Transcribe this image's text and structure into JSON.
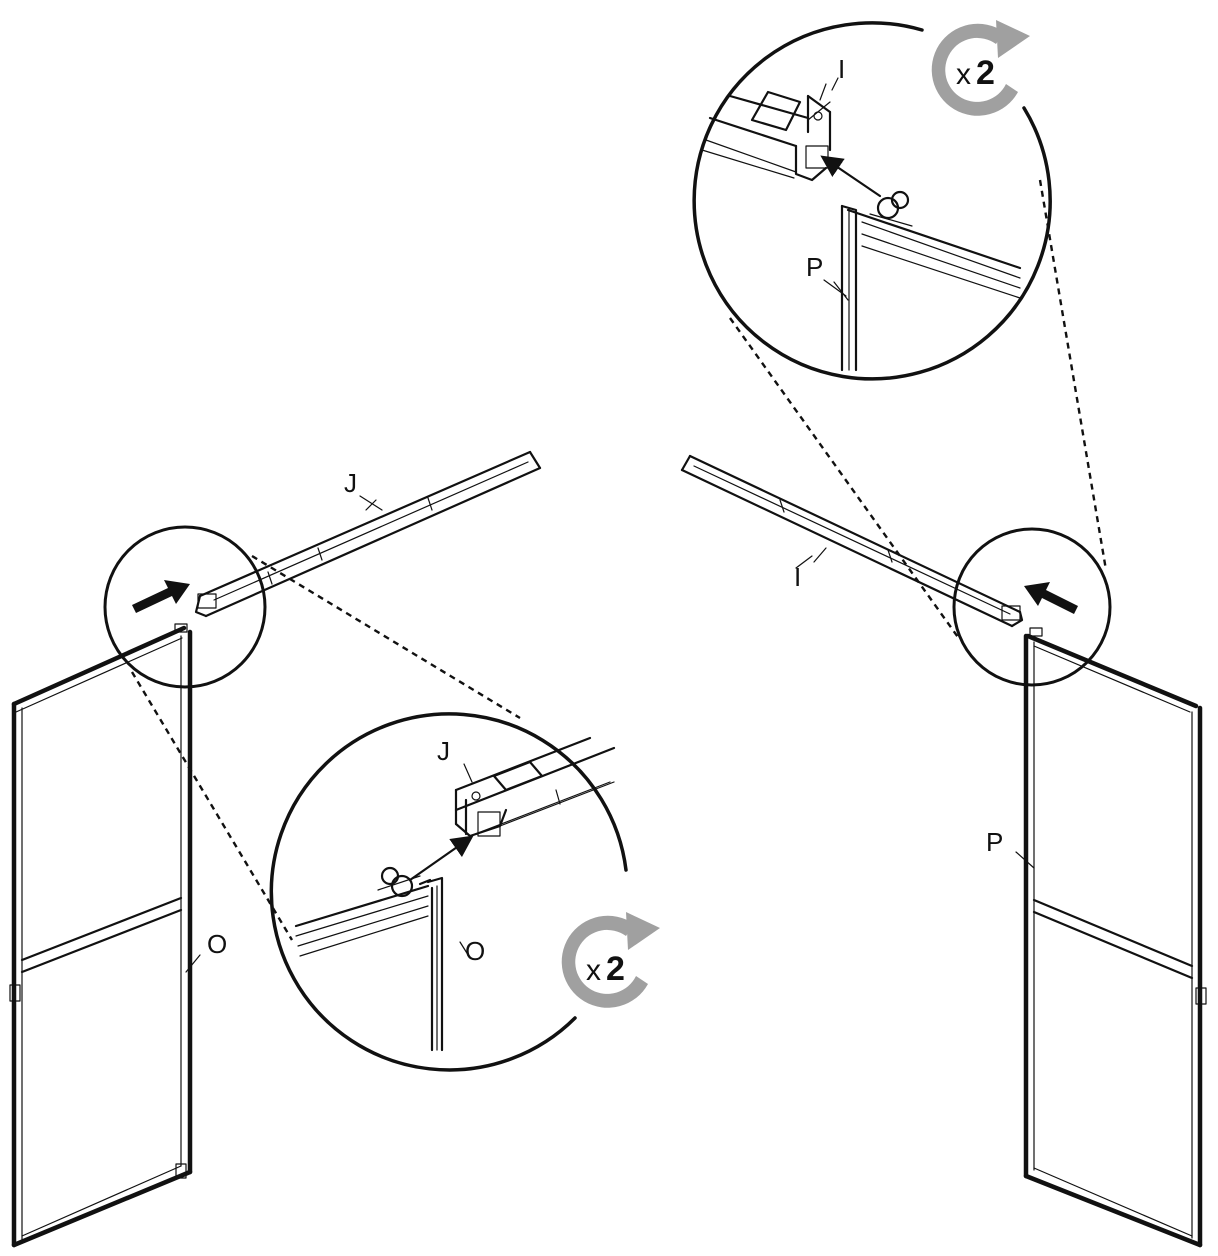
{
  "labels": {
    "rail_left": "J",
    "rail_right": "I",
    "door_left": "O",
    "door_right": "P",
    "detail_left_rail": "J",
    "detail_left_door": "O",
    "detail_right_rail": "I",
    "detail_right_door": "P"
  },
  "multiplier": {
    "x": "x",
    "count": "2"
  },
  "icons": {
    "rotate": "rotate-clockwise-icon",
    "arrow": "insert-arrow-icon"
  },
  "colors": {
    "line": "#111111",
    "rotate_icon": "#a0a0a0",
    "background": "#ffffff"
  }
}
